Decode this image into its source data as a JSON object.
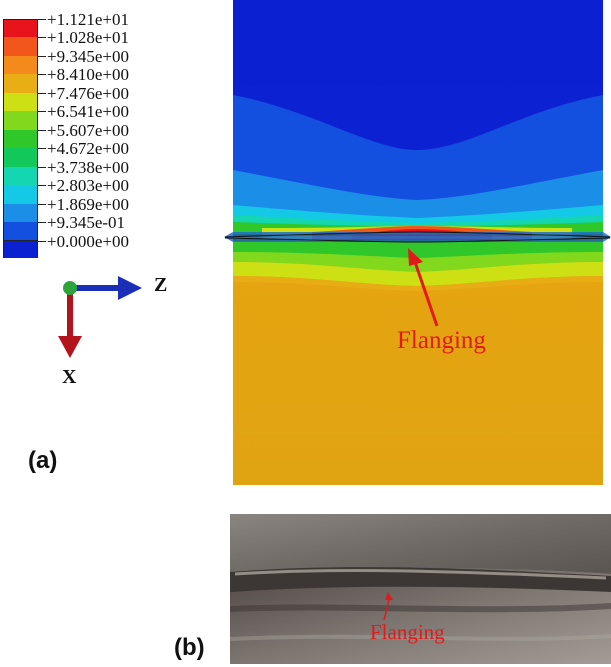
{
  "legend": {
    "labels": [
      "+1.121e+01",
      "+1.028e+01",
      "+9.345e+00",
      "+8.410e+00",
      "+7.476e+00",
      "+6.541e+00",
      "+5.607e+00",
      "+4.672e+00",
      "+3.738e+00",
      "+2.803e+00",
      "+1.869e+00",
      "+9.345e-01",
      "+0.000e+00"
    ],
    "colors": [
      "#e8141c",
      "#f1561a",
      "#f38a1b",
      "#e9ae16",
      "#cde014",
      "#82d81c",
      "#2fc72a",
      "#12c85a",
      "#14d6b0",
      "#14c9e6",
      "#1b8fe8",
      "#1450e0",
      "#0b20d0"
    ]
  },
  "triad": {
    "z_label": "Z",
    "x_label": "X",
    "colors": {
      "z_axis": "#1a2fb5",
      "x_axis": "#b3131b",
      "origin": "#2ea53c"
    }
  },
  "panels": {
    "a_label": "(a)",
    "b_label": "(b)"
  },
  "annotations": {
    "sim_text": "Flanging",
    "photo_text": "Flanging",
    "color": "#e11a1a"
  }
}
